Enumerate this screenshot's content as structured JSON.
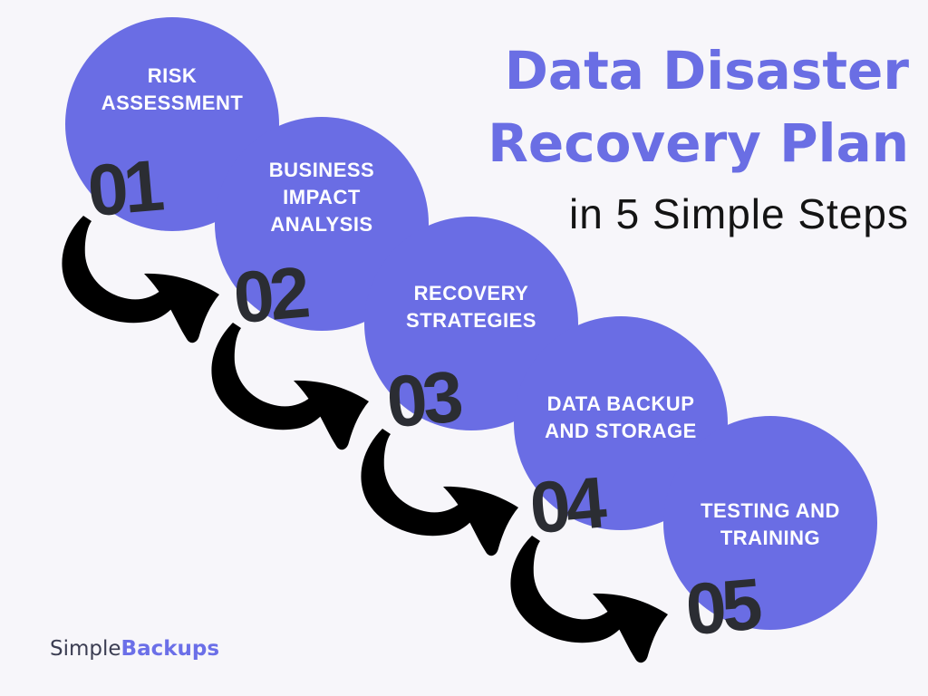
{
  "title": {
    "line1": "Data Disaster",
    "line2": "Recovery Plan",
    "subtitle": "in 5 Simple Steps"
  },
  "steps": [
    {
      "number": "01",
      "lines": [
        "RISK",
        "ASSESSMENT"
      ]
    },
    {
      "number": "02",
      "lines": [
        "BUSINESS",
        "IMPACT",
        "ANALYSIS"
      ]
    },
    {
      "number": "03",
      "lines": [
        "RECOVERY",
        "STRATEGIES"
      ]
    },
    {
      "number": "04",
      "lines": [
        "DATA BACKUP",
        "AND STORAGE"
      ]
    },
    {
      "number": "05",
      "lines": [
        "TESTING AND",
        "TRAINING"
      ]
    }
  ],
  "logo": {
    "part1": "Simple",
    "part2": "Backups"
  },
  "colors": {
    "background": "#f7f6fa",
    "circle": "#6a6de4",
    "arrow": "#6b72ea",
    "title": "#6a6ee4",
    "subtitle": "#141414",
    "number": "#2b2d33",
    "label": "#ffffff",
    "logo_part1": "#3b3d52",
    "logo_part2": "#6b6fe8"
  }
}
